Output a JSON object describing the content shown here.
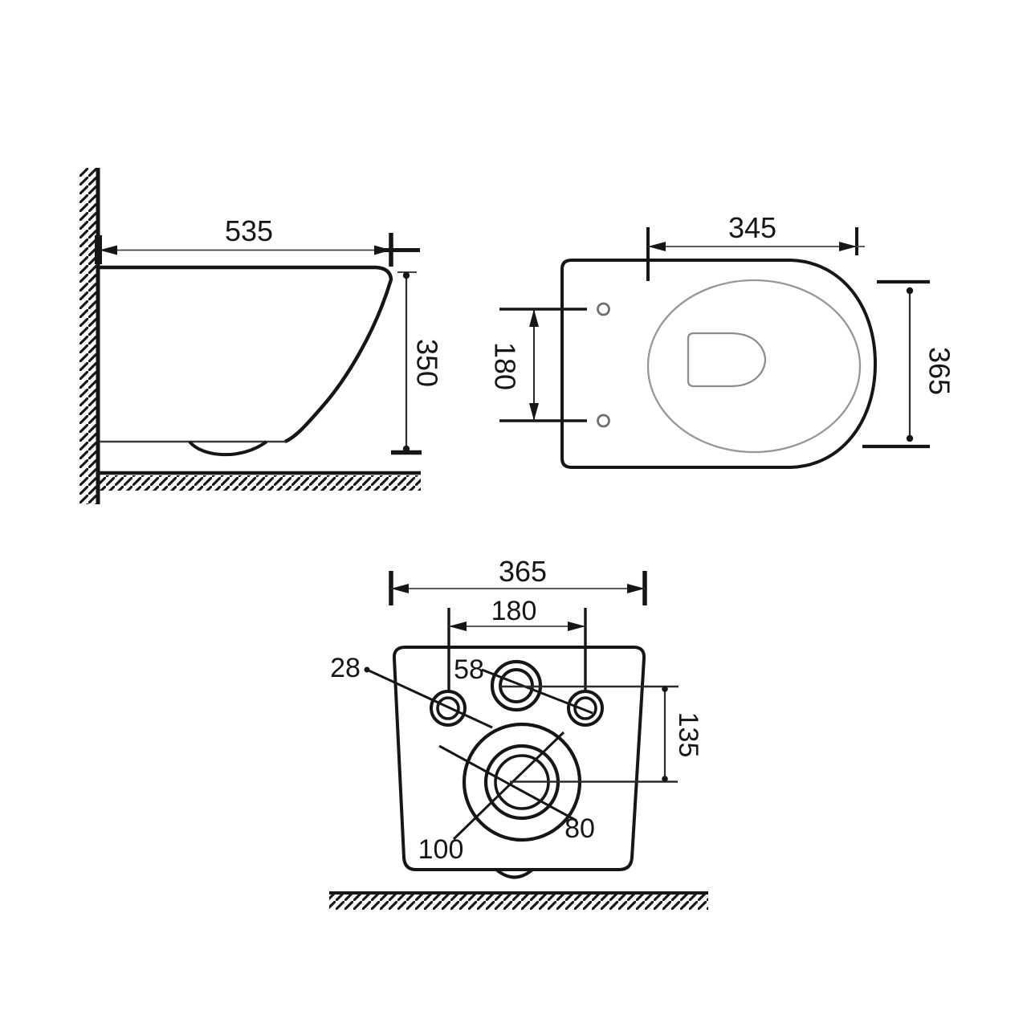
{
  "drawing": {
    "side_view": {
      "dims": {
        "width": "535",
        "height": "350"
      }
    },
    "top_view": {
      "dims": {
        "seat_width": "345",
        "mount_hole_spacing": "180",
        "depth": "365"
      }
    },
    "rear_view": {
      "dims": {
        "top_width": "365",
        "mount_hole_spacing": "180",
        "mount_hole_diameter": "28",
        "inlet_diameter": "58",
        "inlet_to_outlet_spacing": "135",
        "outlet_inner_diameter": "80",
        "outlet_outer_diameter": "100"
      }
    }
  },
  "colors": {
    "line": "#161616",
    "dim_line": "#444444",
    "light_line": "#979797",
    "background": "#ffffff"
  }
}
